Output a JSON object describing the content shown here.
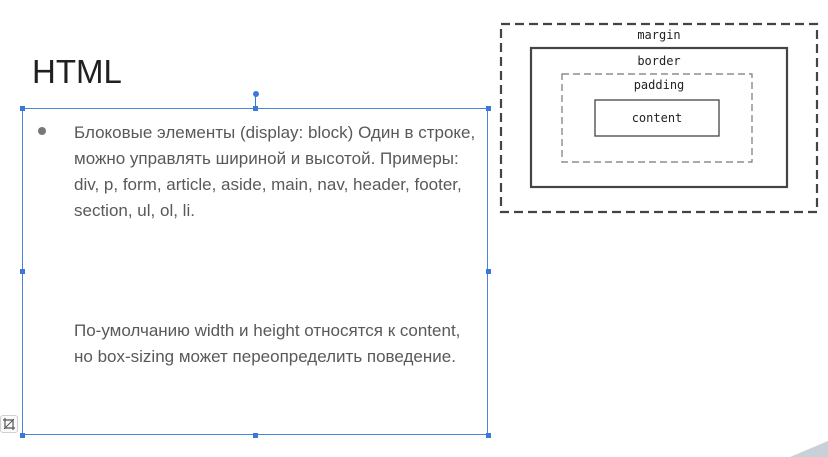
{
  "slide": {
    "title": "HTML",
    "paragraph1": "Блоковые элементы (display: block) Один в строке, можно управлять шириной и высотой. Примеры: div, p, form, article, aside, main, nav, header, footer, section, ul, ol, li.",
    "paragraph2": "По-умолчанию width и height относятся к content, но box-sizing может переопределить поведение."
  },
  "diagram": {
    "margin_label": "margin",
    "border_label": "border",
    "padding_label": "padding",
    "content_label": "content"
  },
  "icons": {
    "crop": "crop-icon",
    "bullet": "bullet-icon"
  },
  "colors": {
    "selection": "#3b78d8",
    "text": "#595959",
    "title": "#202020",
    "diagram_stroke": "#444444"
  }
}
